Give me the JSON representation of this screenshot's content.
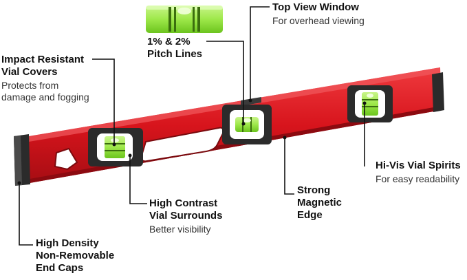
{
  "colors": {
    "body_red": "#d7141c",
    "body_red_dark": "#9e0c12",
    "frame_dark": "#2b2b2b",
    "vial_green": "#9ee84a",
    "leader_line": "#111111"
  },
  "callouts": {
    "top_view": {
      "title": "Top View Window",
      "desc": "For overhead viewing"
    },
    "pitch": {
      "line1": "1% & 2%",
      "line2": "Pitch Lines"
    },
    "impact": {
      "line1": "Impact Resistant",
      "line2": "Vial Covers",
      "desc1": "Protects from",
      "desc2": "damage and fogging"
    },
    "hivis": {
      "title": "Hi-Vis Vial Spirits",
      "desc": "For easy readability"
    },
    "magnetic": {
      "line1": "Strong",
      "line2": "Magnetic",
      "line3": "Edge"
    },
    "contrast": {
      "line1": "High Contrast",
      "line2": "Vial Surrounds",
      "desc": "Better visibility"
    },
    "endcaps": {
      "line1": "High Density",
      "line2": "Non-Removable",
      "line3": "End Caps"
    }
  }
}
